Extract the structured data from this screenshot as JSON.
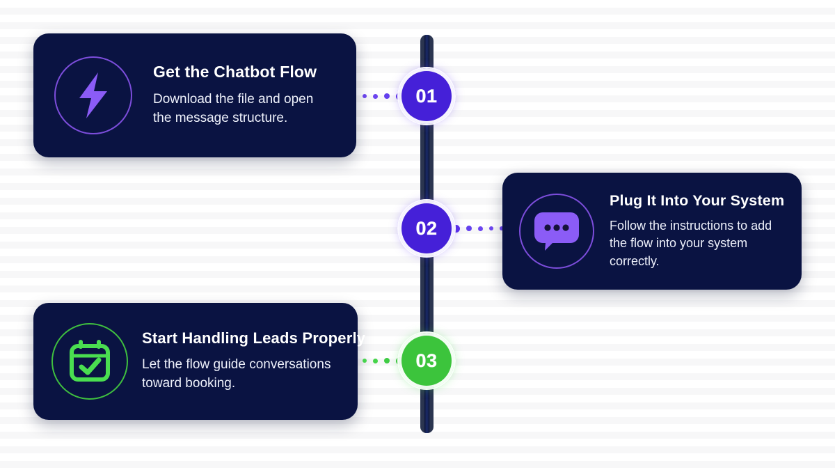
{
  "theme": {
    "page_background": "#fdfdfd",
    "stripe_color": "#f7f7f8",
    "card_background": "#0a1342",
    "accent_purple": "#7c5cf6",
    "badge_purple": "#4520d8",
    "accent_green": "#4ade50",
    "badge_green": "#3cc43c",
    "title_color": "#ffffff",
    "body_color": "#eef1fb"
  },
  "timeline": {
    "name": "vertical-process-timeline",
    "orientation": "vertical",
    "rail_color": "#1b2a6b",
    "steps": [
      {
        "number": "01",
        "accent": "#4520d8",
        "color_name": "purple",
        "card_side": "left",
        "connector_dots": 5,
        "icon": "lightning-bolt-icon",
        "icon_color": "#8b5cf6",
        "ring_color": "#7c4ddb",
        "title": "Get the Chatbot Flow",
        "description": "Download the file and open\nthe message structure."
      },
      {
        "number": "02",
        "accent": "#4520d8",
        "color_name": "purple",
        "card_side": "right",
        "connector_dots": 6,
        "icon": "speech-bubble-dots-icon",
        "icon_color": "#8b5cf6",
        "ring_color": "#7c4ddb",
        "title": "Plug It Into Your System",
        "description": "Follow the instructions to add\nthe flow into your system correctly."
      },
      {
        "number": "03",
        "accent": "#3cc43c",
        "color_name": "green",
        "card_side": "left",
        "connector_dots": 5,
        "icon": "calendar-check-icon",
        "icon_color": "#4ade50",
        "ring_color": "#3fbf3f",
        "title": "Start Handling Leads Properly",
        "description": "Let the flow guide conversations\ntoward booking."
      }
    ]
  }
}
